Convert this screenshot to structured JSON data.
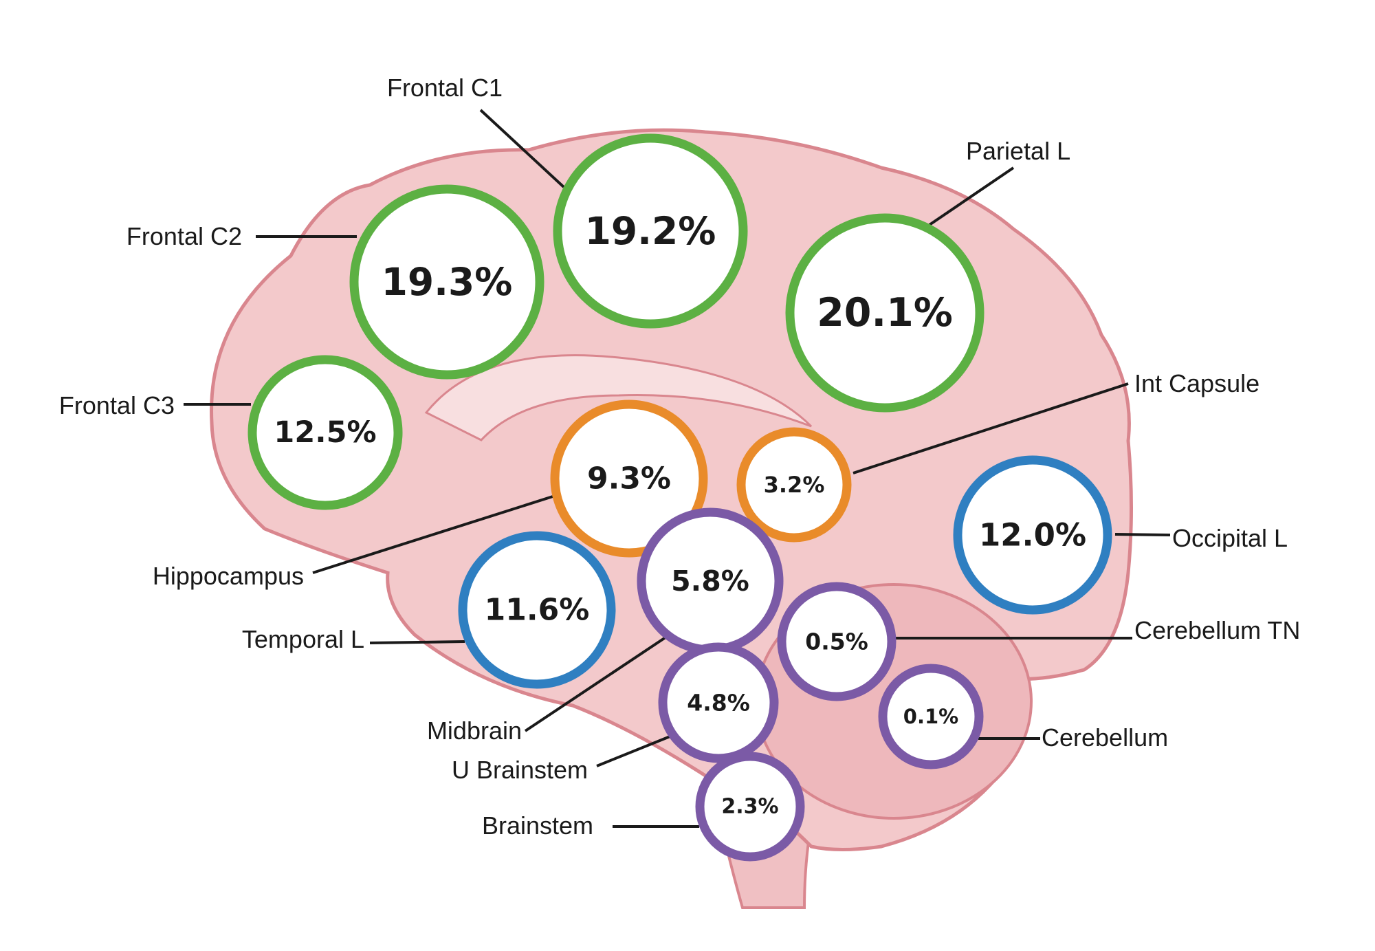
{
  "colors": {
    "cortex": "#5cb043",
    "deep": "#e98b2a",
    "lobe": "#2f7fc1",
    "hindbrain": "#7b5aa6",
    "brain_fill": "#f3c9cb",
    "brain_outline": "#d9868e"
  },
  "regions": [
    {
      "label": "Frontal C1",
      "value": "19.2%",
      "group": "cortex"
    },
    {
      "label": "Frontal C2",
      "value": "19.3%",
      "group": "cortex"
    },
    {
      "label": "Parietal L",
      "value": "20.1%",
      "group": "cortex"
    },
    {
      "label": "Frontal C3",
      "value": "12.5%",
      "group": "cortex"
    },
    {
      "label": "Hippocampus",
      "value": "9.3%",
      "group": "deep"
    },
    {
      "label": "Int Capsule",
      "value": "3.2%",
      "group": "deep"
    },
    {
      "label": "Occipital L",
      "value": "12.0%",
      "group": "lobe"
    },
    {
      "label": "Temporal L",
      "value": "11.6%",
      "group": "lobe"
    },
    {
      "label": "Midbrain",
      "value": "5.8%",
      "group": "hindbrain"
    },
    {
      "label": "Cerebellum TN",
      "value": "0.5%",
      "group": "hindbrain"
    },
    {
      "label": "U Brainstem",
      "value": "4.8%",
      "group": "hindbrain"
    },
    {
      "label": "Cerebellum",
      "value": "0.1%",
      "group": "hindbrain"
    },
    {
      "label": "Brainstem",
      "value": "2.3%",
      "group": "hindbrain"
    }
  ]
}
